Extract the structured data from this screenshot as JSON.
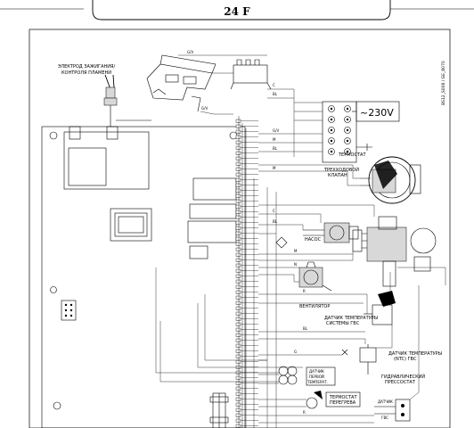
{
  "header": {
    "title": "24 F"
  },
  "side_code": "BS12_S008 / GE_8070",
  "labels": {
    "electrode": [
      "ЭЛЕКТРОД ЗАЖИГАНИЯ/",
      "КОНТРОЛЯ ПЛАМЕНИ"
    ],
    "voltage": "~230V",
    "room_thermostat": "ТЕРМОСТАТ",
    "three_way_valve": [
      "ТРЕХХОДОВОЙ",
      "КЛАПАН"
    ],
    "pump": "НАСОС",
    "fan": "ВЕНТИЛЯТОР",
    "heating_ntc": [
      "ДАТЧИК ТЕМПЕРАТУРЫ",
      "СИСТЕМЫ ГВС"
    ],
    "dhw_ntc": [
      "ДАТЧИК ТЕМПЕРАТУРЫ",
      "(NTC) ГВС"
    ],
    "flow_sensor": [
      "ДАТЧИК",
      "ПЕРВОЙ",
      "ТЕМПЕРАТ."
    ],
    "overheat_thermostat": [
      "ТЕРМОСТАТ",
      "ПЕРЕГРЕВА"
    ],
    "air_pressure_switch": [
      "ГИДРАВЛИЧЕСКИЙ",
      "ПРЕССОСТАТ"
    ],
    "dhw_sensor": [
      "ДАТЧИК",
      "ГВС"
    ]
  },
  "colors": {
    "ink": "#000000",
    "paper": "#ffffff",
    "fill": "#d8d8d8"
  }
}
